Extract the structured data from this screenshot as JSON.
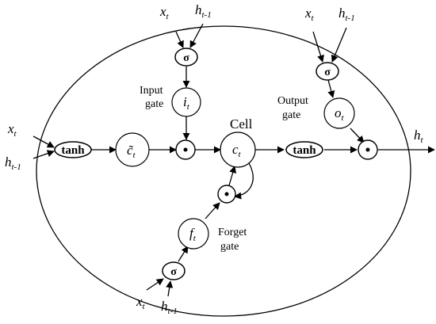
{
  "labels": {
    "cell": "Cell",
    "input_gate": [
      "Input",
      "gate"
    ],
    "output_gate": [
      "Output",
      "gate"
    ],
    "forget_gate": [
      "Forget",
      "gate"
    ]
  },
  "ops": {
    "sigma": "σ",
    "tanh": "tanh",
    "mult": "⊙"
  },
  "vars": {
    "x": "x",
    "h": "h",
    "t": "t",
    "t_minus_1": "t-1",
    "i": "i",
    "o": "o",
    "f": "f",
    "c": "c",
    "c_tilde": "c̃"
  }
}
